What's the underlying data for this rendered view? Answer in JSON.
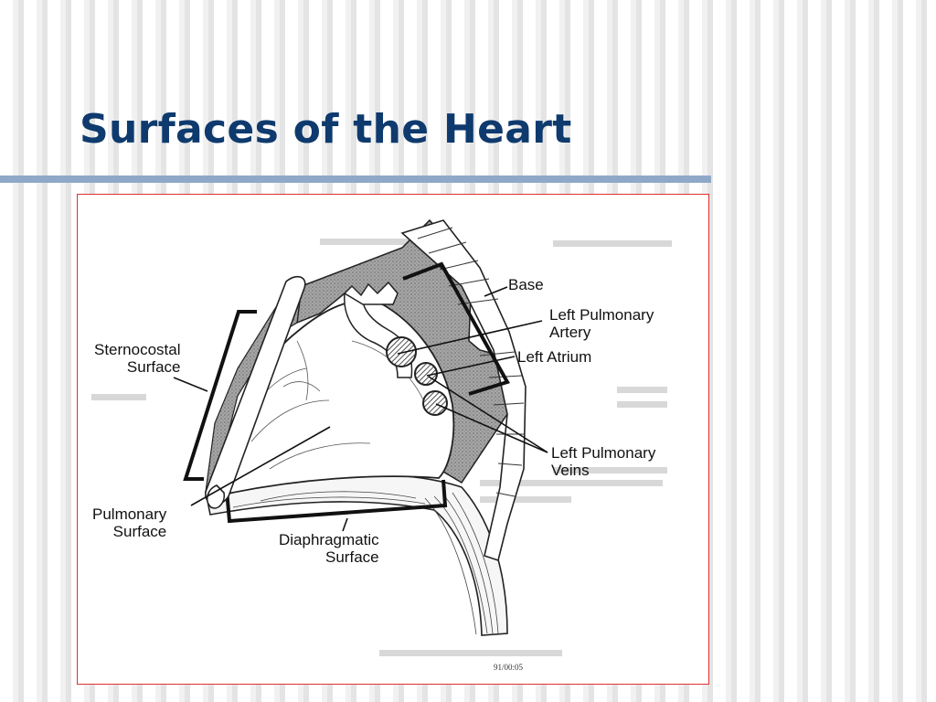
{
  "slide": {
    "title": "Surfaces of the Heart"
  },
  "diagram": {
    "labels": {
      "base": "Base",
      "left_pulmonary_artery": [
        "Left Pulmonary",
        "Artery"
      ],
      "left_atrium": "Left Atrium",
      "sternocostal_surface": [
        "Sternocostal",
        "Surface"
      ],
      "left_pulmonary_veins": [
        "Left Pulmonary",
        "Veins"
      ],
      "pulmonary_surface": [
        "Pulmonary",
        "Surface"
      ],
      "diaphragmatic_surface": [
        "Diaphragmatic",
        "Surface"
      ]
    },
    "colors": {
      "title": "#0e3a6e",
      "rule": "#8fa8c8",
      "frame_border": "#e03030",
      "shading": "#8a8a8a"
    }
  }
}
